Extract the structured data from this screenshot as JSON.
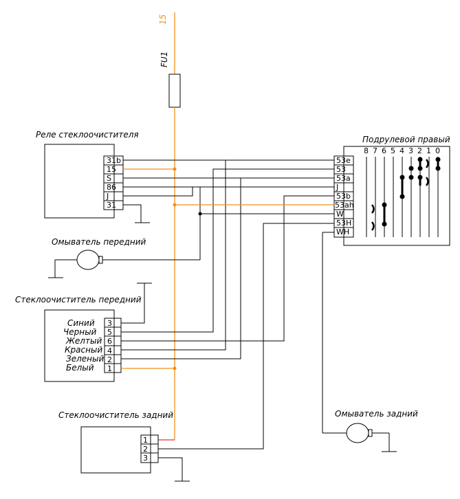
{
  "colors": {
    "supply": "#f0901a",
    "feed": "#e03030",
    "wire": "#000000"
  },
  "supply": {
    "label": "15",
    "fuse_label": "FU1"
  },
  "relay": {
    "title": "Реле стеклоочистителя",
    "pins": [
      "31b",
      "15",
      "S",
      "86",
      "J",
      "31"
    ]
  },
  "front_washer": {
    "title": "Омыватель передний"
  },
  "front_wiper": {
    "title": "Стеклоочиститель передний",
    "pins": [
      "3",
      "5",
      "6",
      "4",
      "2",
      "1"
    ],
    "wire_colors": [
      "Синий",
      "Черный",
      "Желтый",
      "Красный",
      "Зеленый",
      "Белый"
    ]
  },
  "rear_wiper": {
    "title": "Стеклоочиститель задний",
    "pins": [
      "1",
      "2",
      "3"
    ]
  },
  "switch": {
    "title": "Подрулевой правый",
    "pins": [
      "53e",
      "53",
      "53a",
      "J",
      "53b",
      "53ah",
      "W",
      "53H",
      "WH"
    ],
    "positions": [
      "8",
      "7",
      "6",
      "5",
      "4",
      "3",
      "2",
      "1",
      "0"
    ]
  },
  "rear_washer": {
    "title": "Омыватель задний"
  }
}
